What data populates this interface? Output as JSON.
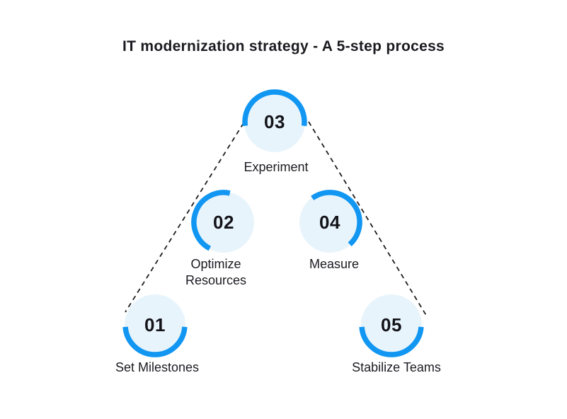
{
  "title": "IT modernization strategy - A 5-step process",
  "colors": {
    "arc_blue": "#1196f2",
    "circle_fill": "#e8f4fc",
    "text": "#1b1b21",
    "connector": "#1e1e1e",
    "background": "#ffffff"
  },
  "steps": [
    {
      "number": "01",
      "label": "Set Milestones"
    },
    {
      "number": "02",
      "label": "Optimize Resources"
    },
    {
      "number": "03",
      "label": "Experiment"
    },
    {
      "number": "04",
      "label": "Measure"
    },
    {
      "number": "05",
      "label": "Stabilize Teams"
    }
  ]
}
